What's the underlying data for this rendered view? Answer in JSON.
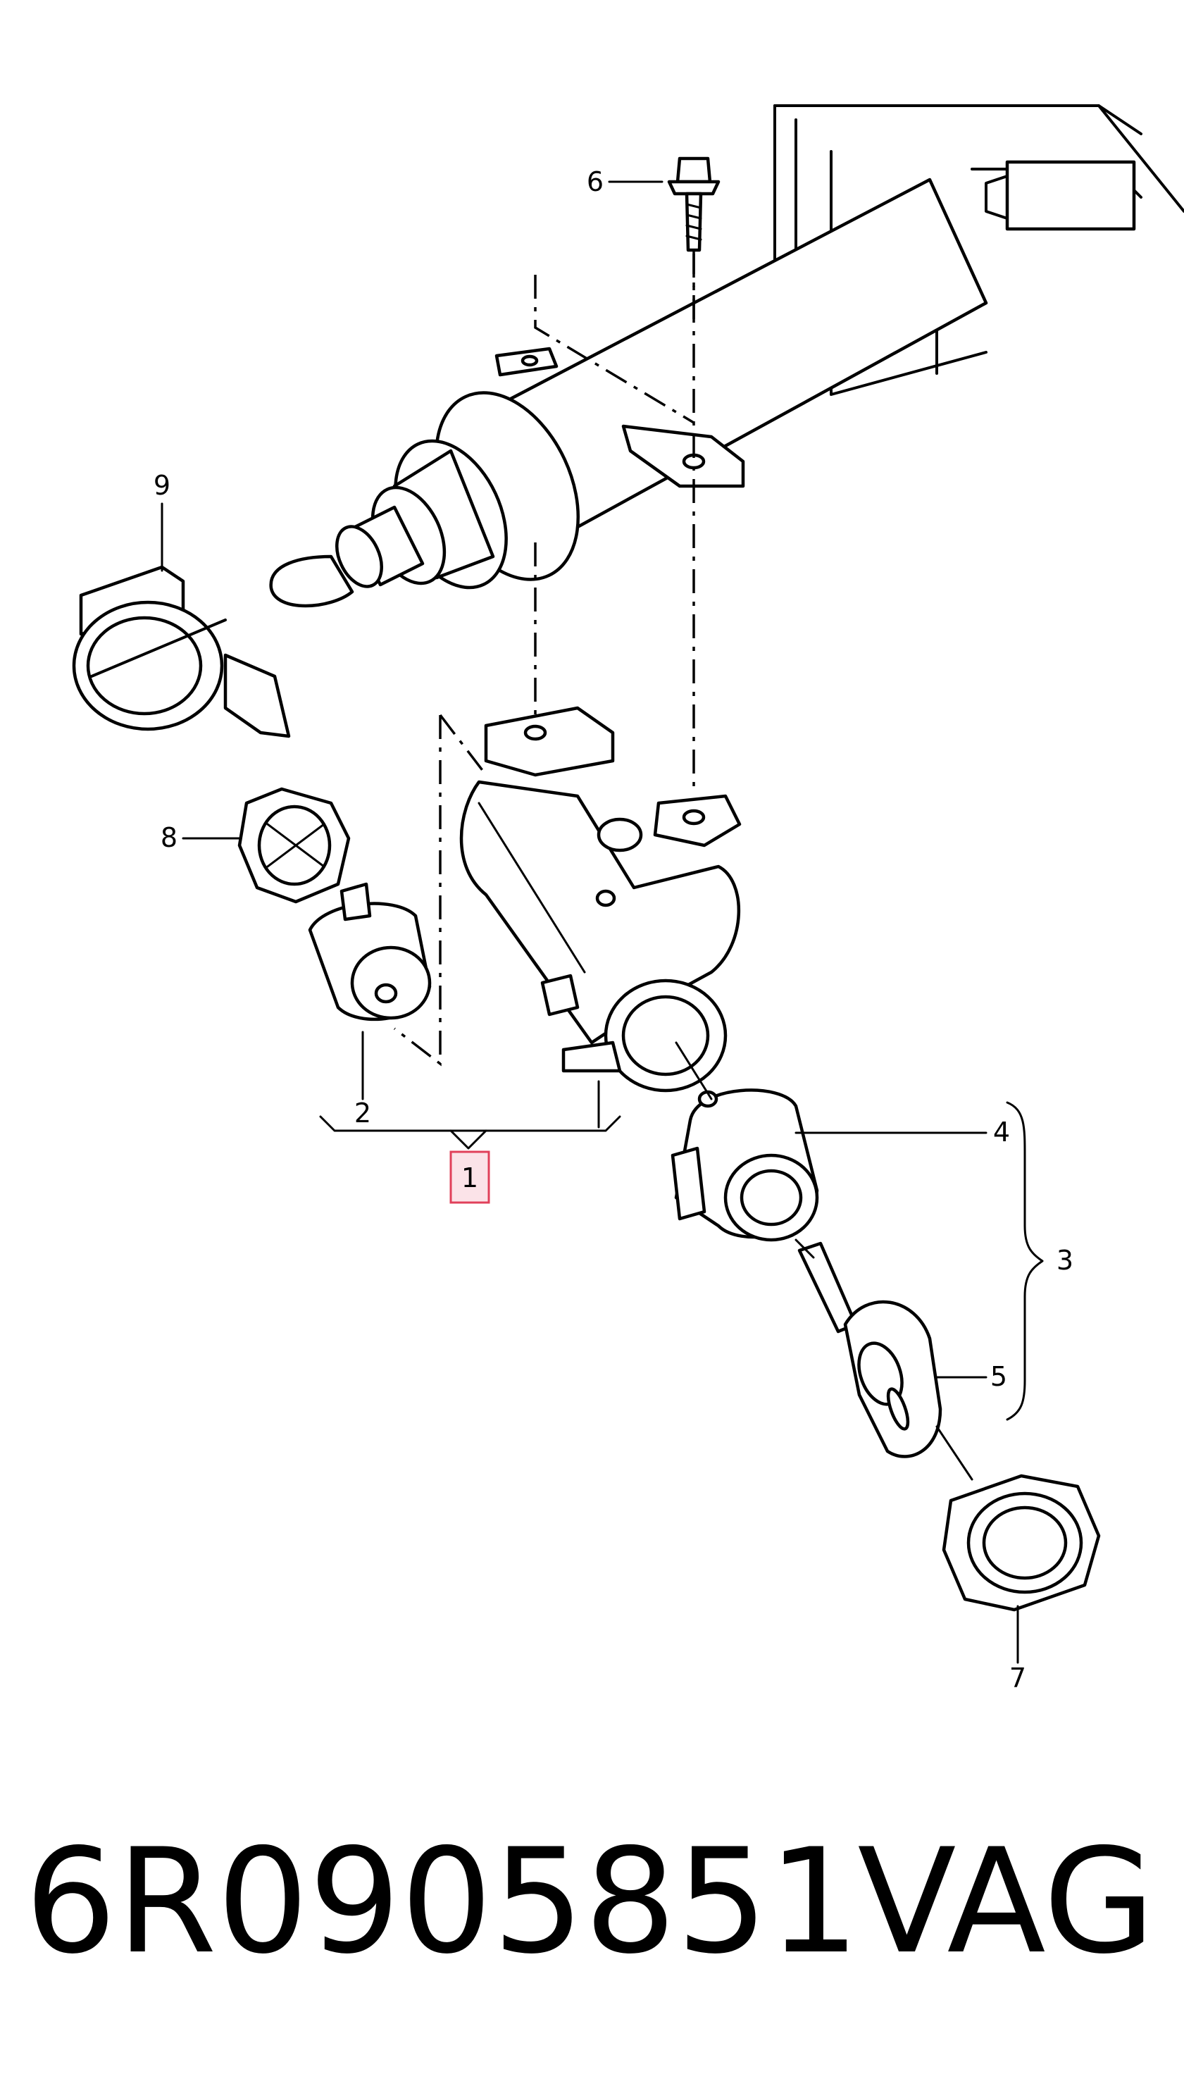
{
  "diagram": {
    "callouts": {
      "c1": "1",
      "c2": "2",
      "c3": "3",
      "c4": "4",
      "c5": "5",
      "c6": "6",
      "c7": "7",
      "c8": "8",
      "c9": "9"
    },
    "highlight_color": "#e0405a"
  },
  "footer": {
    "part_number": "6R0905851",
    "brand": "VAG"
  }
}
